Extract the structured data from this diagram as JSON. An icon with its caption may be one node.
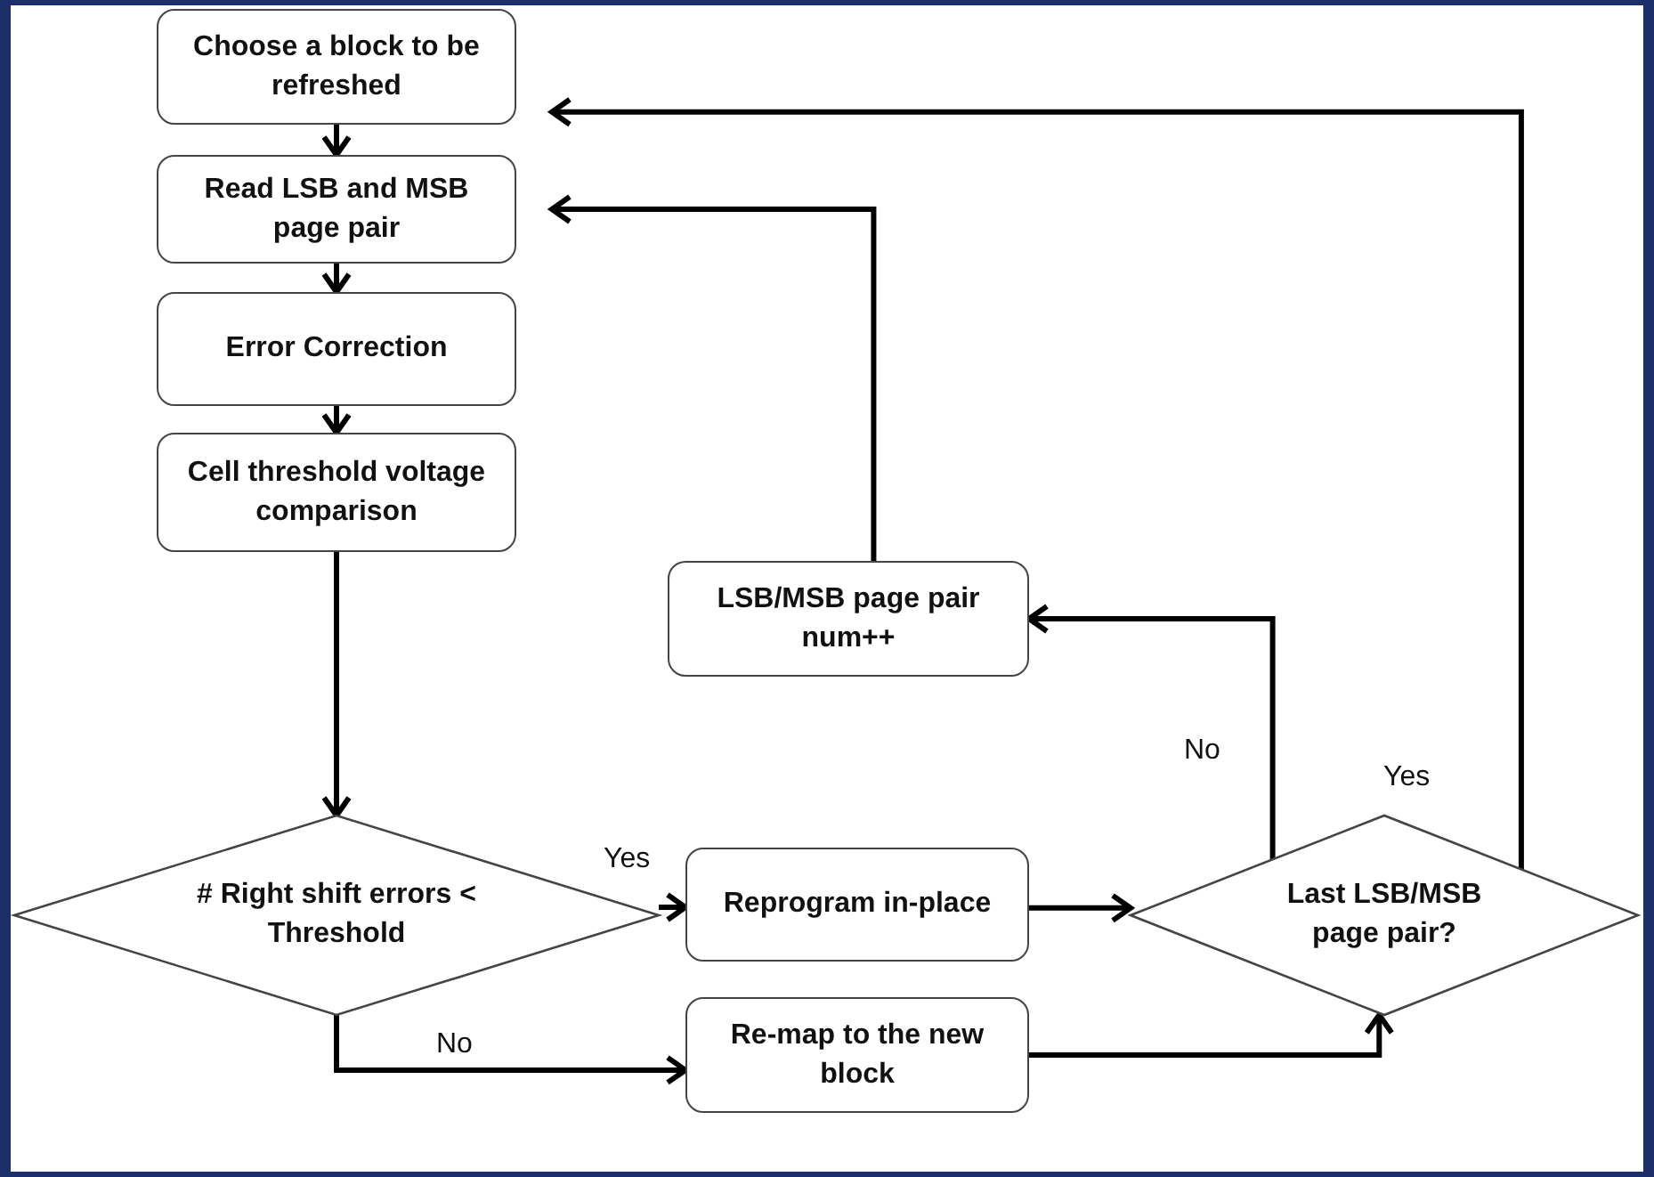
{
  "diagram": {
    "nodes": [
      {
        "text": [
          "Choose a block to be refreshed"
        ]
      },
      {
        "text": [
          "Read LSB and MSB page pair"
        ]
      },
      {
        "text": [
          "Error Correction"
        ]
      },
      {
        "text": [
          "Cell threshold voltage comparison"
        ]
      },
      {
        "text": [
          "# Right shift errors < Threshold"
        ]
      },
      {
        "text": [
          "LSB/MSB page pair num++"
        ]
      },
      {
        "text": [
          "Reprogram in-place"
        ]
      },
      {
        "text": [
          "Last LSB/MSB page pair?"
        ]
      },
      {
        "text": [
          "Re-map to the new block"
        ]
      }
    ],
    "edges": [
      {
        "from": 0,
        "to": 1,
        "arrow": "to"
      },
      {
        "from": 1,
        "to": 2,
        "arrow": "to"
      },
      {
        "from": 2,
        "to": 3,
        "arrow": "to"
      },
      {
        "from": 3,
        "to": 4,
        "arrow": "to"
      },
      {
        "from": 4,
        "to": 6,
        "arrow": "to",
        "label": "Yes"
      },
      {
        "from": 4,
        "to": 8,
        "arrow": "to",
        "label": "No"
      },
      {
        "from": 6,
        "to": 7,
        "arrow": "to"
      },
      {
        "from": 8,
        "to": 7,
        "arrow": "to"
      },
      {
        "from": 7,
        "to": 5,
        "arrow": "to",
        "label": "No"
      },
      {
        "from": 7,
        "to": 0,
        "arrow": "to",
        "label": "Yes"
      },
      {
        "from": 5,
        "to": 1,
        "arrow": "to"
      }
    ]
  }
}
